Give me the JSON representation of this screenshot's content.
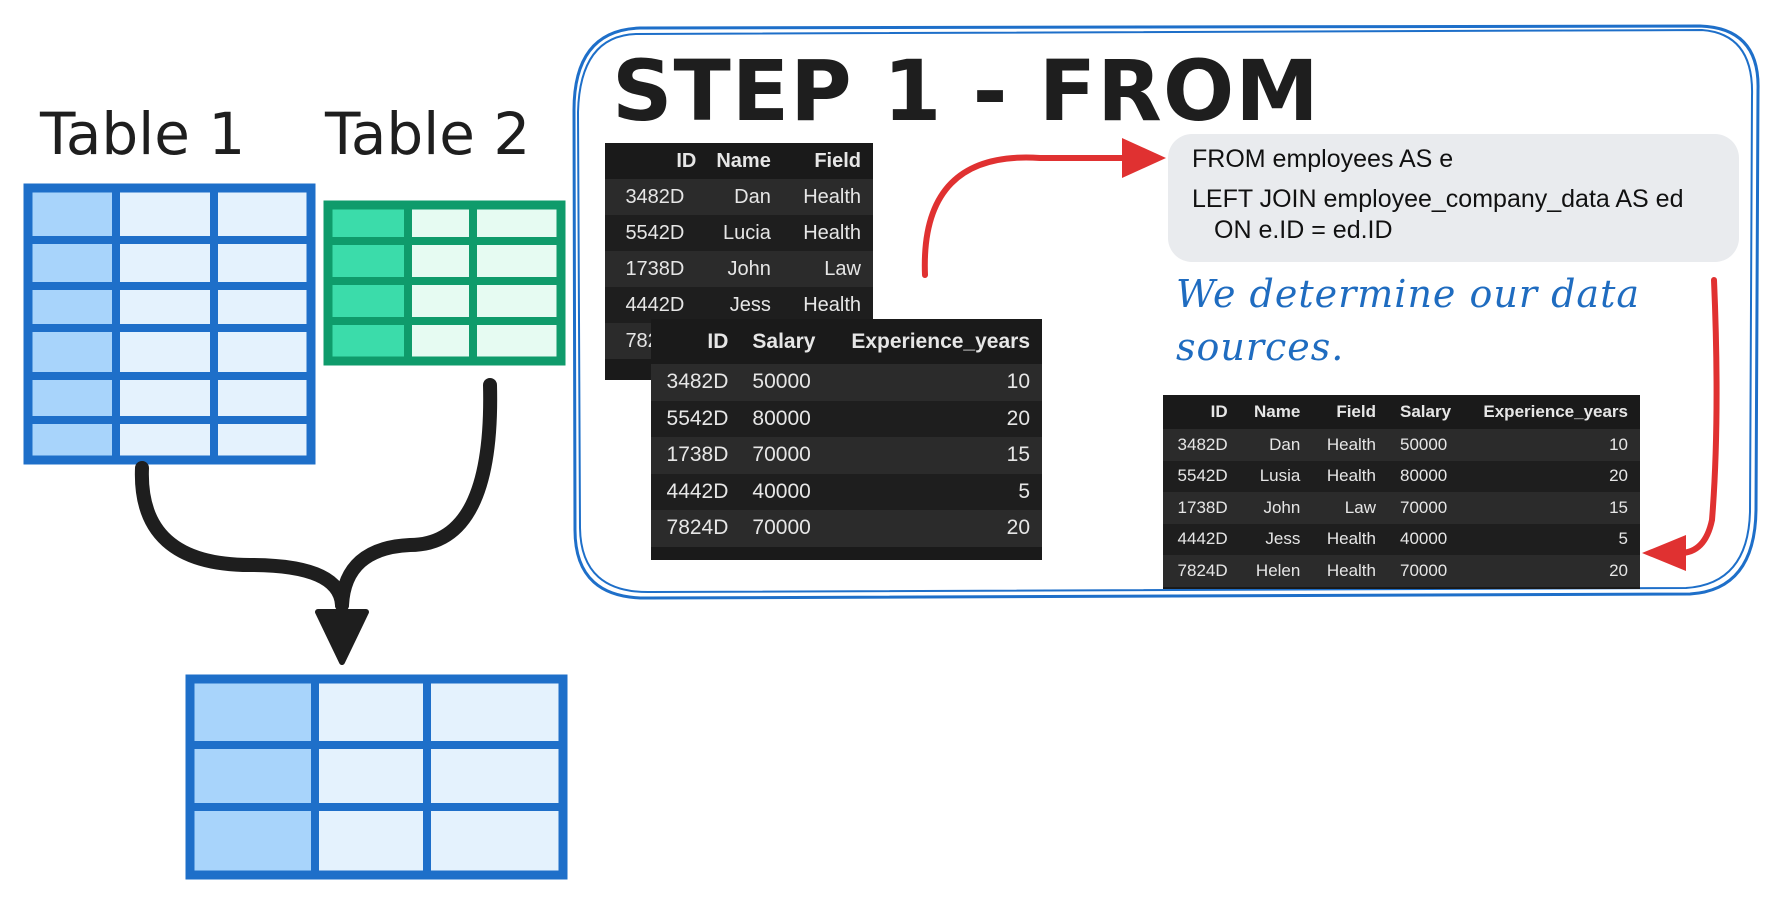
{
  "title": "STEP 1 - FROM",
  "labels": {
    "table1": "Table 1",
    "table2": "Table 2"
  },
  "sql": {
    "line1": "FROM employees AS e",
    "line2": "LEFT JOIN employee_company_data AS ed",
    "line3": "ON e.ID = ed.ID"
  },
  "note": "We determine our data sources.",
  "employees": {
    "columns": [
      "ID",
      "Name",
      "Field"
    ],
    "rows": [
      [
        "3482D",
        "Dan",
        "Health"
      ],
      [
        "5542D",
        "Lucia",
        "Health"
      ],
      [
        "1738D",
        "John",
        "Law"
      ],
      [
        "4442D",
        "Jess",
        "Health"
      ],
      [
        "7824D",
        "",
        ""
      ]
    ]
  },
  "company": {
    "columns": [
      "ID",
      "Salary",
      "Experience_years"
    ],
    "rows": [
      [
        "3482D",
        "50000",
        "10"
      ],
      [
        "5542D",
        "80000",
        "20"
      ],
      [
        "1738D",
        "70000",
        "15"
      ],
      [
        "4442D",
        "40000",
        "5"
      ],
      [
        "7824D",
        "70000",
        "20"
      ]
    ]
  },
  "result": {
    "columns": [
      "ID",
      "Name",
      "Field",
      "Salary",
      "Experience_years"
    ],
    "rows": [
      [
        "3482D",
        "Dan",
        "Health",
        "50000",
        "10"
      ],
      [
        "5542D",
        "Lusia",
        "Health",
        "80000",
        "20"
      ],
      [
        "1738D",
        "John",
        "Law",
        "70000",
        "15"
      ],
      [
        "4442D",
        "Jess",
        "Health",
        "40000",
        "5"
      ],
      [
        "7824D",
        "Helen",
        "Health",
        "70000",
        "20"
      ]
    ]
  },
  "colors": {
    "blue_outline": "#1e6fc9",
    "blue_dark_cell": "#a8d4fb",
    "blue_light_cell": "#e4f2fd",
    "green_outline": "#0f9b6b",
    "green_dark_cell": "#3bdcaa",
    "green_light_cell": "#e6fbf2",
    "red_arrow": "#e03131",
    "note_blue": "#1f6cc0"
  }
}
